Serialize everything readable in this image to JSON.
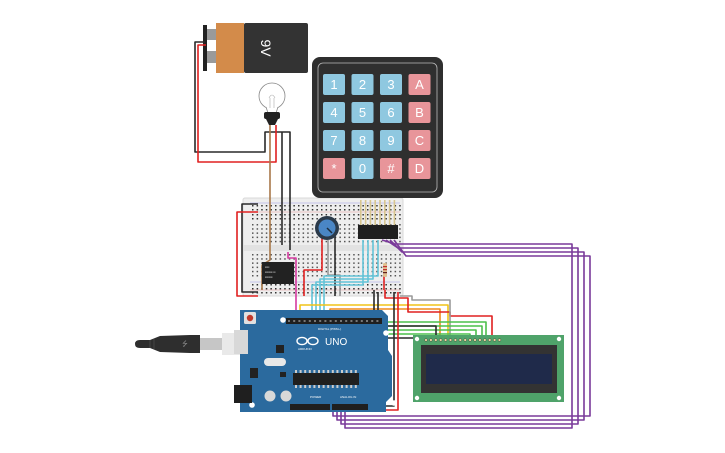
{
  "app": {
    "type": "circuit-simulator-canvas"
  },
  "components": {
    "battery": {
      "label": "9V",
      "colors": {
        "body": "#333333",
        "cap": "#d38b4a",
        "terminal": "#9a9a9a"
      }
    },
    "bulb": {
      "name": "light-bulb"
    },
    "keypad": {
      "rows": [
        [
          {
            "label": "1",
            "kind": "num"
          },
          {
            "label": "2",
            "kind": "num"
          },
          {
            "label": "3",
            "kind": "num"
          },
          {
            "label": "A",
            "kind": "fn"
          }
        ],
        [
          {
            "label": "4",
            "kind": "num"
          },
          {
            "label": "5",
            "kind": "num"
          },
          {
            "label": "6",
            "kind": "num"
          },
          {
            "label": "B",
            "kind": "fn"
          }
        ],
        [
          {
            "label": "7",
            "kind": "num"
          },
          {
            "label": "8",
            "kind": "num"
          },
          {
            "label": "9",
            "kind": "num"
          },
          {
            "label": "C",
            "kind": "fn"
          }
        ],
        [
          {
            "label": "*",
            "kind": "fn"
          },
          {
            "label": "0",
            "kind": "num"
          },
          {
            "label": "#",
            "kind": "fn"
          },
          {
            "label": "D",
            "kind": "fn"
          }
        ]
      ],
      "colors": {
        "frame": "#2f2f2f",
        "num": "#8fc8e0",
        "fn": "#e8959a"
      }
    },
    "arduino": {
      "model_label": "UNO",
      "brand_label": "ARDUINO",
      "digital_label": "DIGITAL (PWM~)",
      "power_label": "POWER",
      "analog_label": "ANALOG IN",
      "color": "#2b6a9e"
    },
    "lcd": {
      "name": "lcd-16x2",
      "colors": {
        "pcb": "#4fa36a",
        "bezel": "#333333",
        "screen": "#1f2a4a"
      }
    },
    "relay": {
      "name": "relay-module"
    },
    "potentiometer": {
      "name": "potentiometer",
      "knob_color": "#4a86c5"
    },
    "resistor": {
      "name": "resistor"
    },
    "usb_cable": {
      "name": "usb-cable"
    }
  },
  "wire_colors": {
    "red": "#e02020",
    "black": "#2a2a2a",
    "brown": "#a8784a",
    "magenta": "#d63aa0",
    "cyan": "#62c4d8",
    "yellow": "#f0c419",
    "orange": "#f08a1c",
    "green": "#4cc04c",
    "purple": "#7a3a9a",
    "gray": "#9a9a9a"
  }
}
